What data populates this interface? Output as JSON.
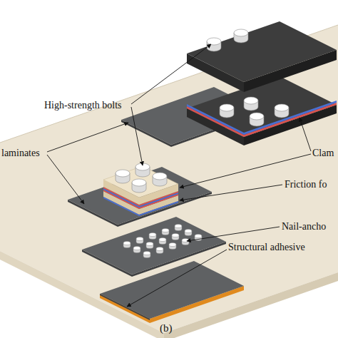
{
  "diagram": {
    "caption": "(b)",
    "labels": [
      "High-strength bolts",
      "laminates",
      "Clam",
      "Friction fo",
      "Nail-ancho",
      "Structural adhesive"
    ]
  }
}
